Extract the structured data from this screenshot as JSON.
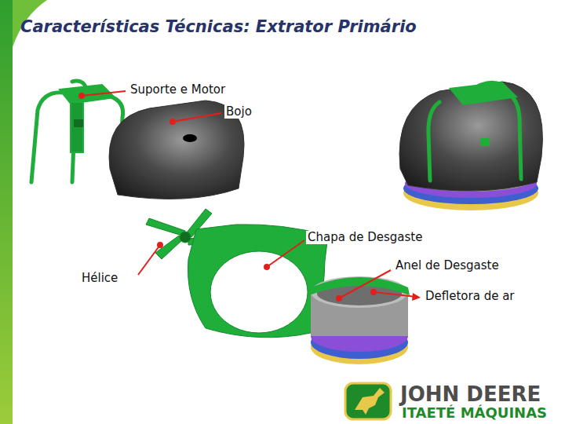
{
  "diagram": {
    "title": "Características Técnicas: Extrator Primário",
    "labels": [
      "Suporte e Motor",
      "Bojo",
      "Chapa de Desgaste",
      "Anel de Desgaste",
      "Hélice",
      "Defletora de ar",
      "JOHN DEERE",
      "ITAETÉ MÁQUINAS"
    ]
  }
}
